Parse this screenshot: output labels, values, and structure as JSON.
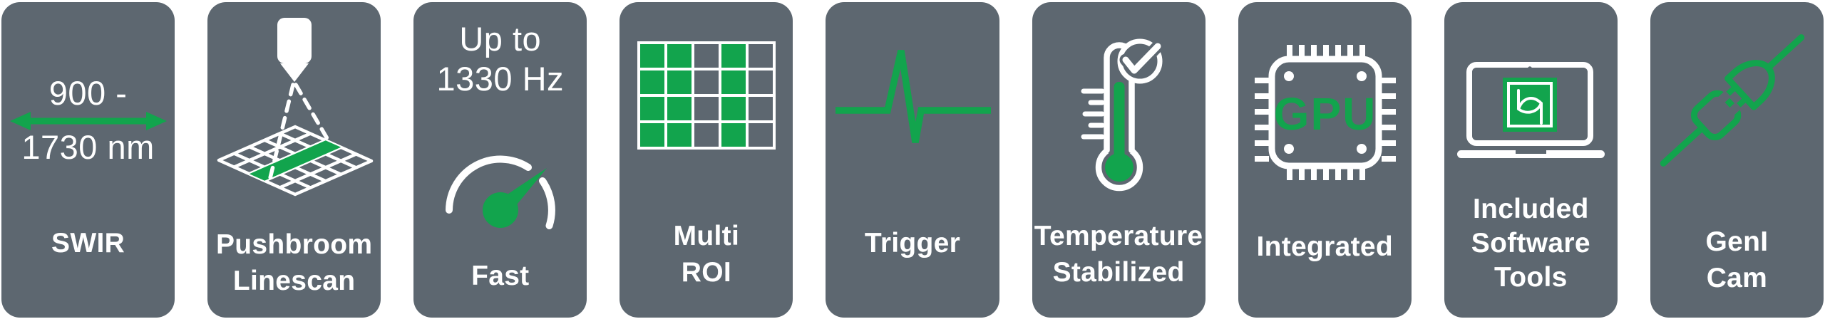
{
  "colors": {
    "page_bg": "#ffffff",
    "card_bg": "#5d6770",
    "accent_green": "#12a44d",
    "icon_white": "#ffffff"
  },
  "cards": [
    {
      "name": "swir",
      "icon": "wavelength-range-arrow-icon",
      "top_text_line1": "900 -",
      "top_text_line2": "1730 nm",
      "label": "SWIR"
    },
    {
      "name": "pushbroom-linescan",
      "icon": "pushbroom-linescan-icon",
      "label": "Pushbroom\nLinescan"
    },
    {
      "name": "fast",
      "icon": "speed-gauge-icon",
      "top_text": "Up to\n1330 Hz",
      "label": "Fast"
    },
    {
      "name": "multi-roi",
      "icon": "multi-roi-grid-icon",
      "label": "Multi\nROI",
      "grid": {
        "columns": 5,
        "rows": 4,
        "green_columns": [
          1,
          2,
          4
        ]
      }
    },
    {
      "name": "trigger",
      "icon": "trigger-pulse-icon",
      "label": "Trigger"
    },
    {
      "name": "temperature-stabilized",
      "icon": "thermometer-check-icon",
      "label": "Temperature\nStabilized"
    },
    {
      "name": "integrated",
      "icon": "gpu-chip-icon",
      "chip_text": "GPU",
      "label": "Integrated"
    },
    {
      "name": "included-software-tools",
      "icon": "laptop-software-icon",
      "label": "Included\nSoftware\nTools"
    },
    {
      "name": "geni-cam",
      "icon": "plug-connector-icon",
      "label": "GenI\nCam"
    }
  ]
}
